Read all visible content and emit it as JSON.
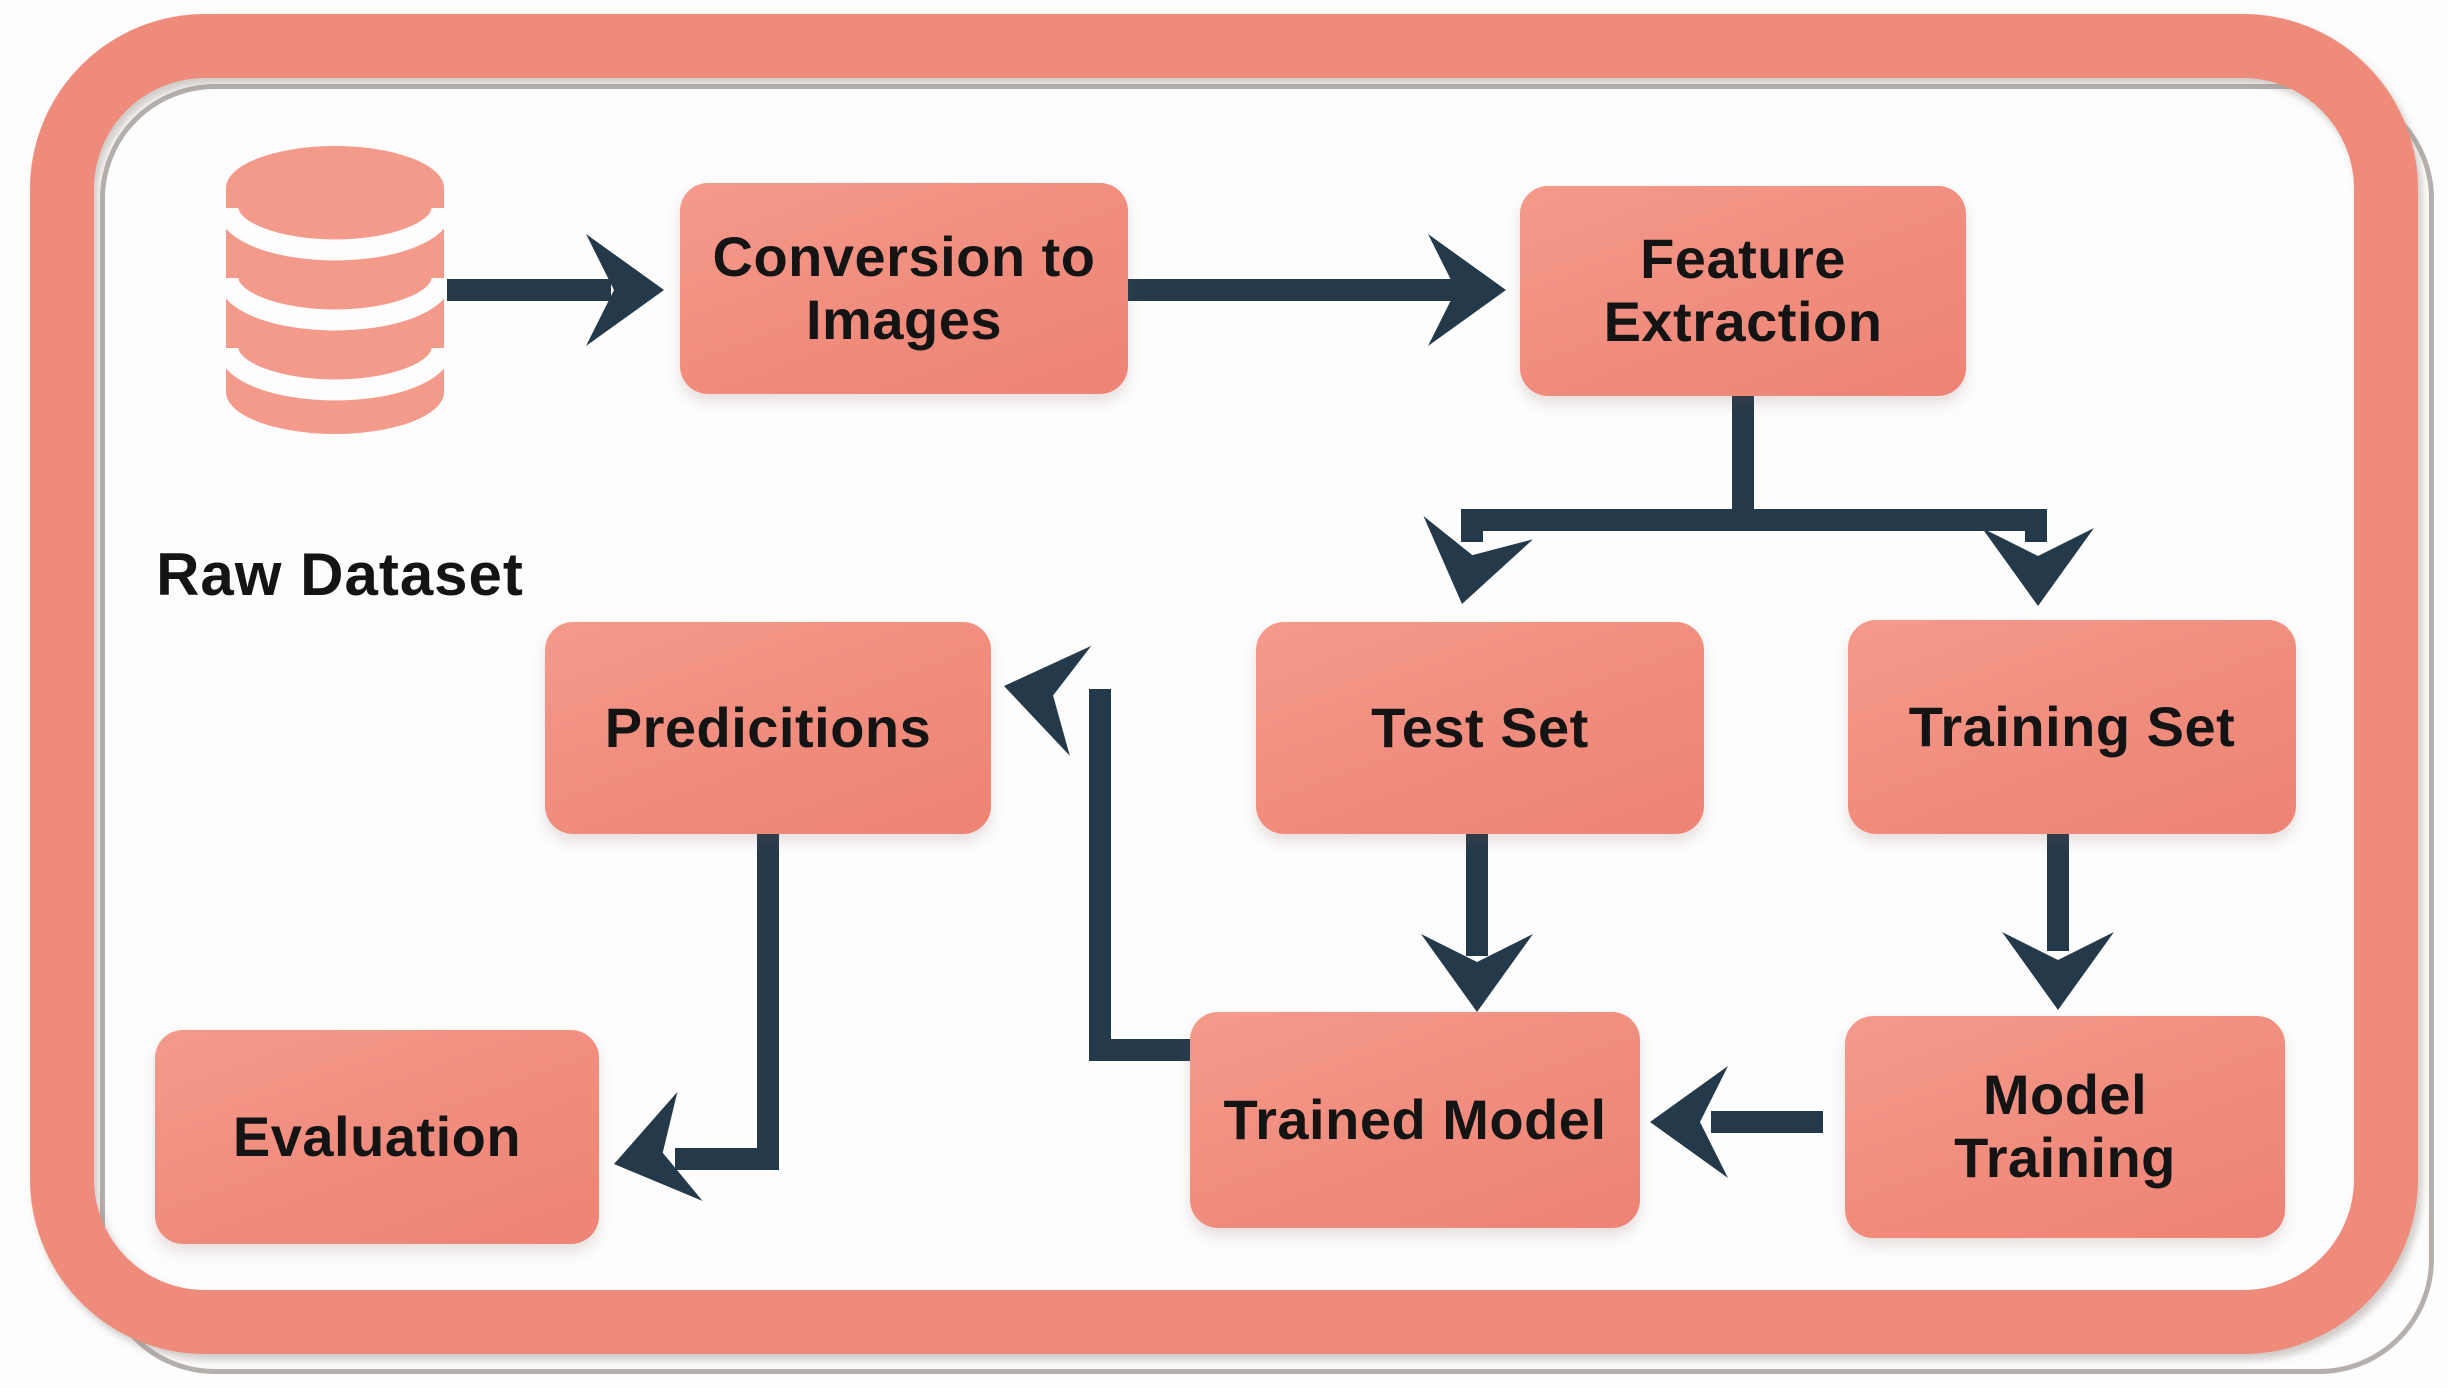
{
  "diagram": {
    "nodes": {
      "raw_dataset": {
        "label": "Raw Dataset"
      },
      "conversion": {
        "label": "Conversion to Images"
      },
      "feature": {
        "label": "Feature Extraction"
      },
      "test_set": {
        "label": "Test Set"
      },
      "training_set": {
        "label": "Training Set"
      },
      "predictions": {
        "label": "Predicitions"
      },
      "trained_model": {
        "label": "Trained Model"
      },
      "model_training": {
        "label": "Model Training"
      },
      "evaluation": {
        "label": "Evaluation"
      }
    },
    "edges": [
      {
        "from": "raw_dataset",
        "to": "conversion"
      },
      {
        "from": "conversion",
        "to": "feature"
      },
      {
        "from": "feature",
        "to": "test_set"
      },
      {
        "from": "feature",
        "to": "training_set"
      },
      {
        "from": "test_set",
        "to": "trained_model"
      },
      {
        "from": "training_set",
        "to": "model_training"
      },
      {
        "from": "model_training",
        "to": "trained_model"
      },
      {
        "from": "trained_model",
        "to": "predictions"
      },
      {
        "from": "predictions",
        "to": "evaluation"
      }
    ],
    "icons": {
      "raw_dataset": "database-cylinder-icon"
    },
    "colors": {
      "node_fill": "#f08c7d",
      "node_fill_light": "#f49a8b",
      "frame": "#ef8b7a",
      "arrow": "#243a4b",
      "text": "#141414",
      "panel_line": "#b6b0ac",
      "background": "#fdfdfd"
    }
  }
}
